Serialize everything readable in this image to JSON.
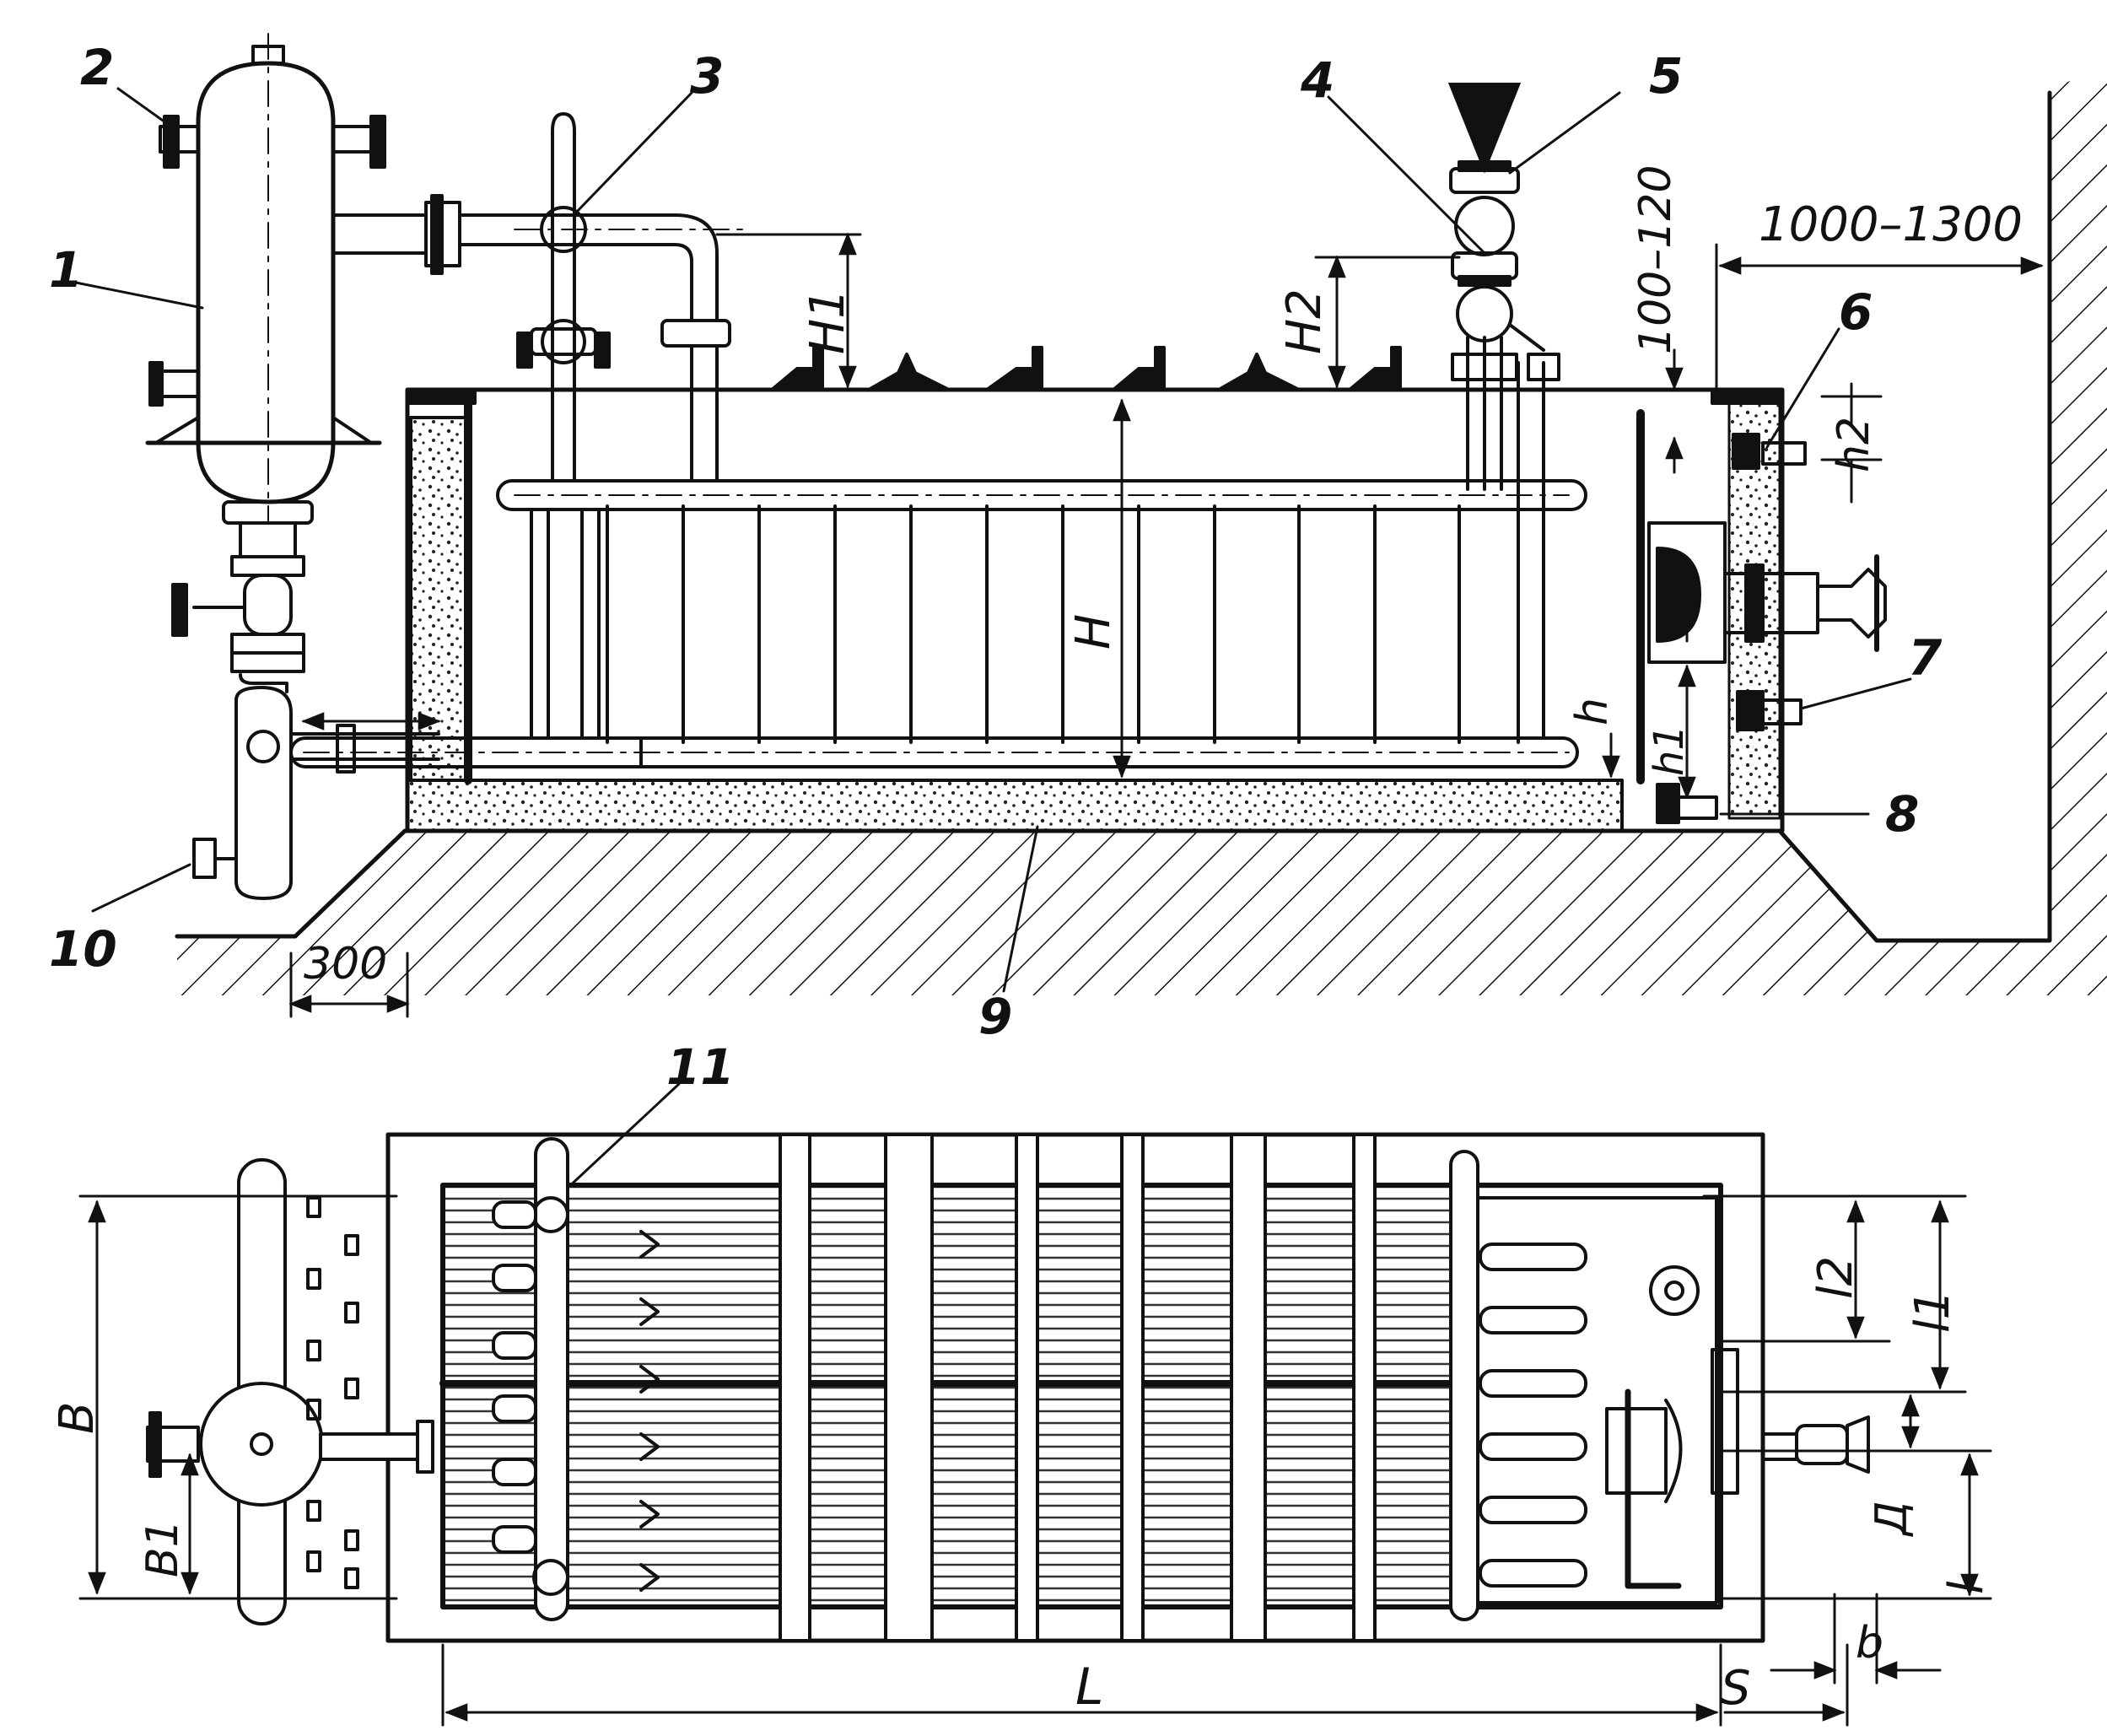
{
  "callouts": {
    "c1": "1",
    "c2": "2",
    "c3": "3",
    "c4": "4",
    "c5": "5",
    "c6": "6",
    "c7": "7",
    "c8": "8",
    "c9": "9",
    "c10": "10",
    "c11": "11"
  },
  "dimensions": {
    "wall_gap": "1000–1300",
    "cover_gap": "100–120",
    "base_offset": "300",
    "H": "H",
    "H1": "H1",
    "H2": "H2",
    "h": "h",
    "h1": "h1",
    "h2": "h2",
    "B": "B",
    "B1": "B1",
    "l": "l",
    "l1": "l1",
    "l2": "l2",
    "D": "Д",
    "L": "L",
    "S": "S",
    "b": "b"
  },
  "colors": {
    "ink": "#111111",
    "paper": "#ffffff"
  }
}
